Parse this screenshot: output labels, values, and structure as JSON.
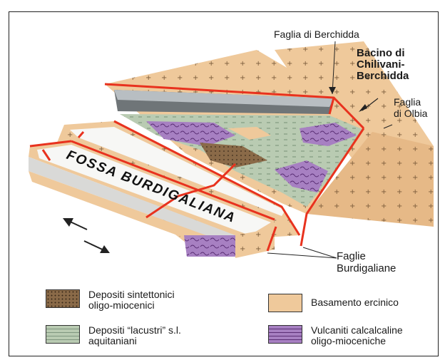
{
  "labels": {
    "faglia_berchidda": "Faglia di Berchidda",
    "bacino": [
      "Bacino di",
      "Chilivani-",
      "Berchidda"
    ],
    "faglia_olbia": [
      "Faglia",
      "di Olbia"
    ],
    "fossa": "FOSSA BURDIGALIANA",
    "faglie_burdigaliane": [
      "Faglie",
      "Burdigaliane"
    ]
  },
  "legend": [
    {
      "key": "sintettonici",
      "lines": [
        "Depositi sintettonici",
        "oligo-miocenici"
      ],
      "color": "#8a6a48"
    },
    {
      "key": "basamento",
      "lines": [
        "Basamento ercinico"
      ],
      "color": "#efc99b"
    },
    {
      "key": "lacustri",
      "lines": [
        "Depositi “lacustri” s.l.",
        "aquitaniani"
      ],
      "color": "#b9cbb2"
    },
    {
      "key": "vulcaniti",
      "lines": [
        "Vulcaniti calcalcaline",
        "oligo-mioceniche"
      ],
      "color": "#a780c2"
    }
  ],
  "colors": {
    "basement": "#efc99b",
    "basement_dark": "#dba878",
    "lacustrine": "#b9cbb2",
    "volcanic": "#a780c2",
    "fault": "#e8321e",
    "fossa_top": "#f7f7f5",
    "fossa_side": "#d9d9d7"
  },
  "icons": [
    "double-arrow-icon",
    "half-arrow-icon"
  ]
}
